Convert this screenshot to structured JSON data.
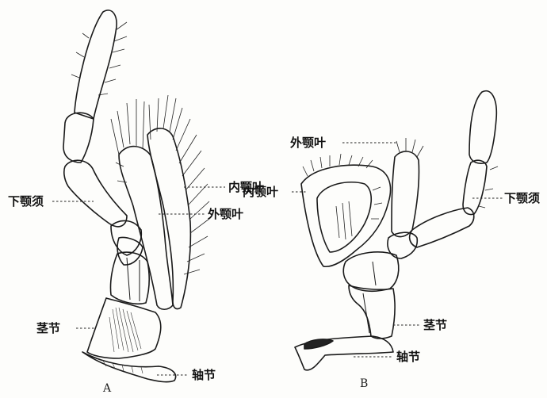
{
  "figure": {
    "panel_a": {
      "caption": "A",
      "labels": {
        "maxillary_palp": "下颚须",
        "lacinia": "内颚叶",
        "galea": "外颚叶",
        "stipes": "茎节",
        "cardo": "轴节"
      }
    },
    "panel_b": {
      "caption": "B",
      "labels": {
        "galea": "外颚叶",
        "lacinia": "内颚叶",
        "maxillary_palp": "下颚须",
        "stipes": "茎节",
        "cardo": "轴节"
      }
    }
  }
}
